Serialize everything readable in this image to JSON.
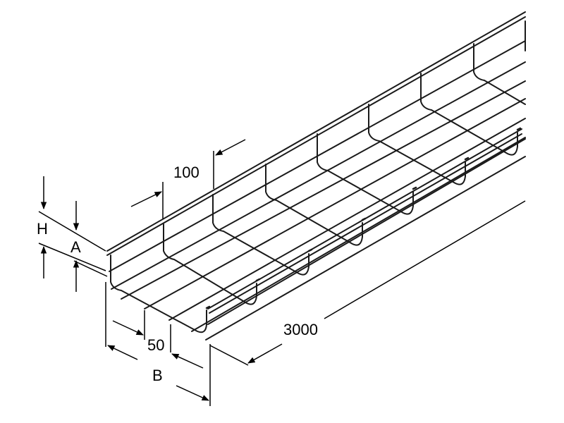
{
  "drawing": {
    "subject": "wire mesh cable tray",
    "stroke_color": "#1a1a1a",
    "background_color": "#ffffff"
  },
  "dimensions": {
    "H": "H",
    "A": "A",
    "mesh_pitch": "100",
    "wire_spacing": "50",
    "B": "B",
    "length": "3000"
  }
}
